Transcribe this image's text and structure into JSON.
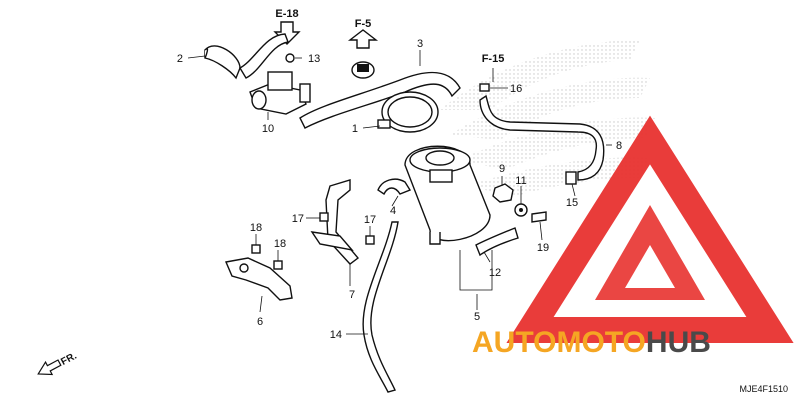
{
  "refs": {
    "e18": "E-18",
    "f5": "F-5",
    "f15": "F-15"
  },
  "parts": {
    "p1": "1",
    "p2": "2",
    "p3": "3",
    "p4": "4",
    "p5": "5",
    "p6": "6",
    "p7": "7",
    "p8": "8",
    "p9": "9",
    "p10": "10",
    "p11": "11",
    "p12": "12",
    "p13": "13",
    "p14": "14",
    "p15": "15",
    "p16": "16",
    "p17a": "17",
    "p17b": "17",
    "p18a": "18",
    "p18b": "18",
    "p19": "19"
  },
  "direction": "FR.",
  "watermark": {
    "brand_part1": "AUTO",
    "brand_part2": "MOTO",
    "brand_part3": "HUB",
    "color_orange": "#f5a623",
    "color_red": "#e8322f",
    "color_gray": "#4a4a4a"
  },
  "diagram_code": "MJE4F1510"
}
